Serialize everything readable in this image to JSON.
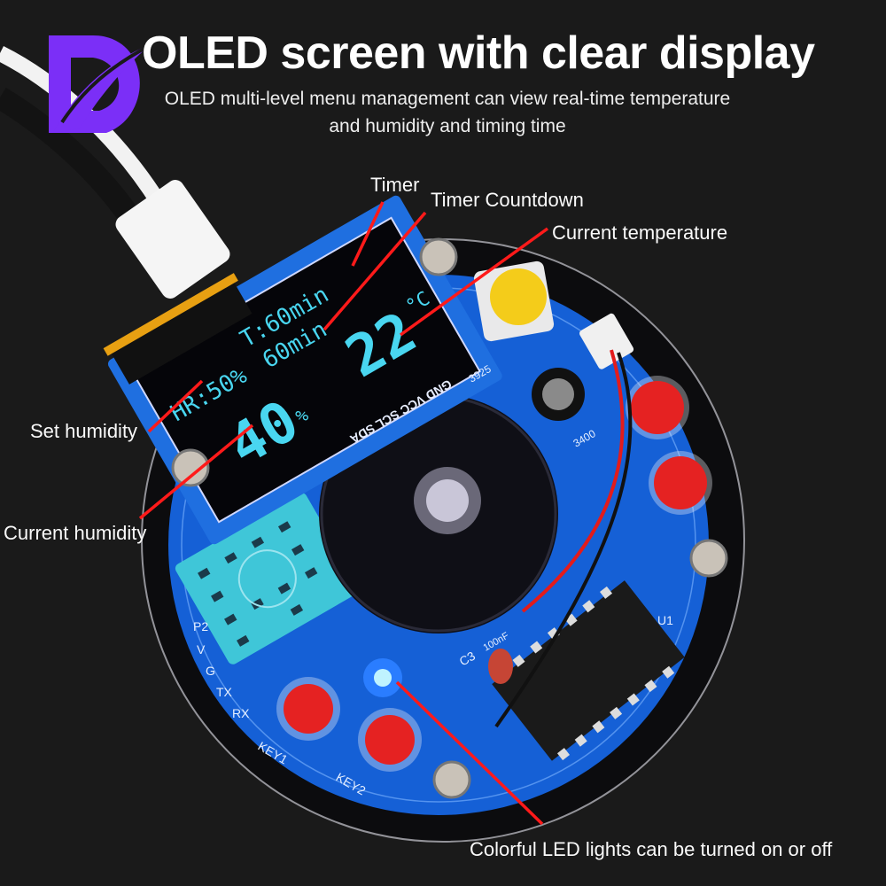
{
  "header": {
    "title": "OLED screen with clear display",
    "subtitle_line1": "OLED multi-level menu management can view real-time temperature",
    "subtitle_line2": "and humidity and timing time",
    "logo_letter": "D",
    "logo_color": "#7b2ff7"
  },
  "callouts": {
    "timer": "Timer",
    "timer_countdown": "Timer Countdown",
    "current_temperature": "Current temperature",
    "set_humidity": "Set humidity",
    "current_humidity": "Current humidity",
    "led_lights": "Colorful LED lights can be turned on or off",
    "line_color": "#ff1a1a"
  },
  "oled_display": {
    "timer": "T:60min",
    "countdown": "60min",
    "set_humidity": "HR:50%",
    "temperature": "22",
    "temperature_unit": "°C",
    "humidity": "40",
    "humidity_unit": "%",
    "header_pins": "GND VCC SCL SDA",
    "text_color": "#49d6f0"
  },
  "pcb_silkscreen": {
    "header_label": "P2",
    "pins": [
      "V",
      "G",
      "TX",
      "RX"
    ],
    "key1": "KEY1",
    "key2": "KEY2",
    "capacitor": "C3",
    "capacitor_value": "100nF",
    "ic_label": "U1",
    "part_3400": "3400",
    "part_925": "3925"
  }
}
